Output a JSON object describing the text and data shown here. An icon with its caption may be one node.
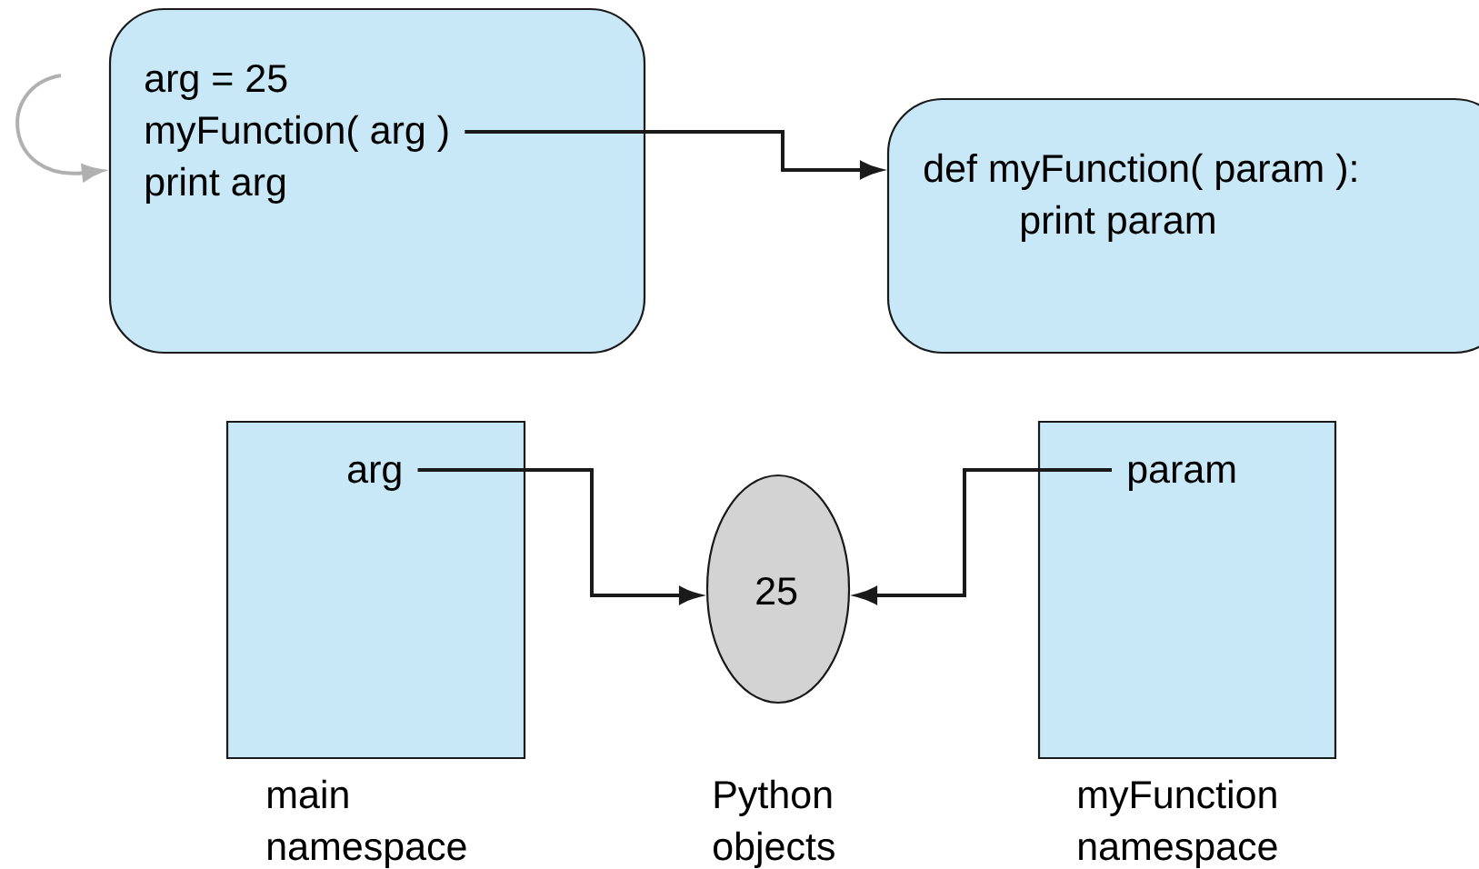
{
  "diagram": {
    "nodes": [
      {
        "text": [
          "arg = 25",
          "myFunction( arg )",
          "print arg"
        ]
      },
      {
        "text": [
          "def myFunction( param ):",
          "print param"
        ]
      },
      {
        "text": [
          "arg"
        ],
        "beside": [
          "main namespace"
        ]
      },
      {
        "text": [
          "25"
        ],
        "beside": [
          "Python objects"
        ]
      },
      {
        "text": [
          "param"
        ],
        "beside": [
          "myFunction namespace"
        ]
      }
    ],
    "edges": [
      {
        "from": null,
        "to": 0,
        "arrow": "to",
        "color": "#b0b0b0"
      },
      {
        "from": 0,
        "to": 1,
        "arrow": "to"
      },
      {
        "from": 2,
        "to": 3,
        "arrow": "to"
      },
      {
        "from": 4,
        "to": 3,
        "arrow": "to"
      }
    ]
  }
}
